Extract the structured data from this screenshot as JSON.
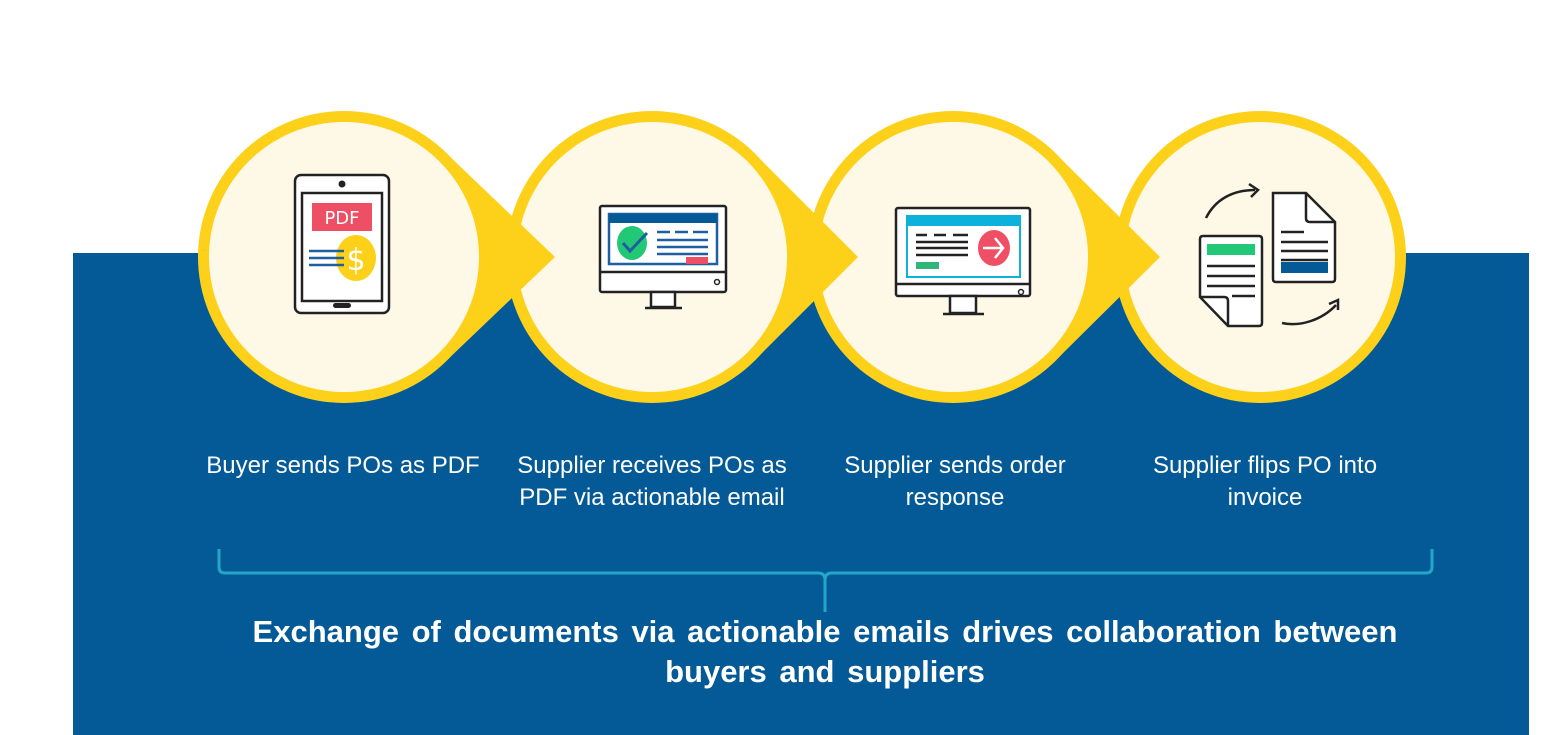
{
  "steps": [
    {
      "label": "Buyer sends POs as PDF",
      "icon": "tablet-pdf-dollar-icon",
      "pdf_text": "PDF",
      "currency_symbol": "$"
    },
    {
      "label": "Supplier receives POs as PDF via actionable email",
      "icon": "monitor-checkmark-icon"
    },
    {
      "label": "Supplier sends order response",
      "icon": "monitor-arrow-icon"
    },
    {
      "label": "Supplier flips PO into invoice",
      "icon": "document-flip-icon"
    }
  ],
  "summary": "Exchange of documents via actionable emails drives collaboration between buyers and suppliers",
  "colors": {
    "band": "#045a96",
    "ring": "#fdd11a",
    "fill": "#fef9e7",
    "bracket": "#22a7c9",
    "red": "#ef4f64",
    "green": "#22c875"
  }
}
